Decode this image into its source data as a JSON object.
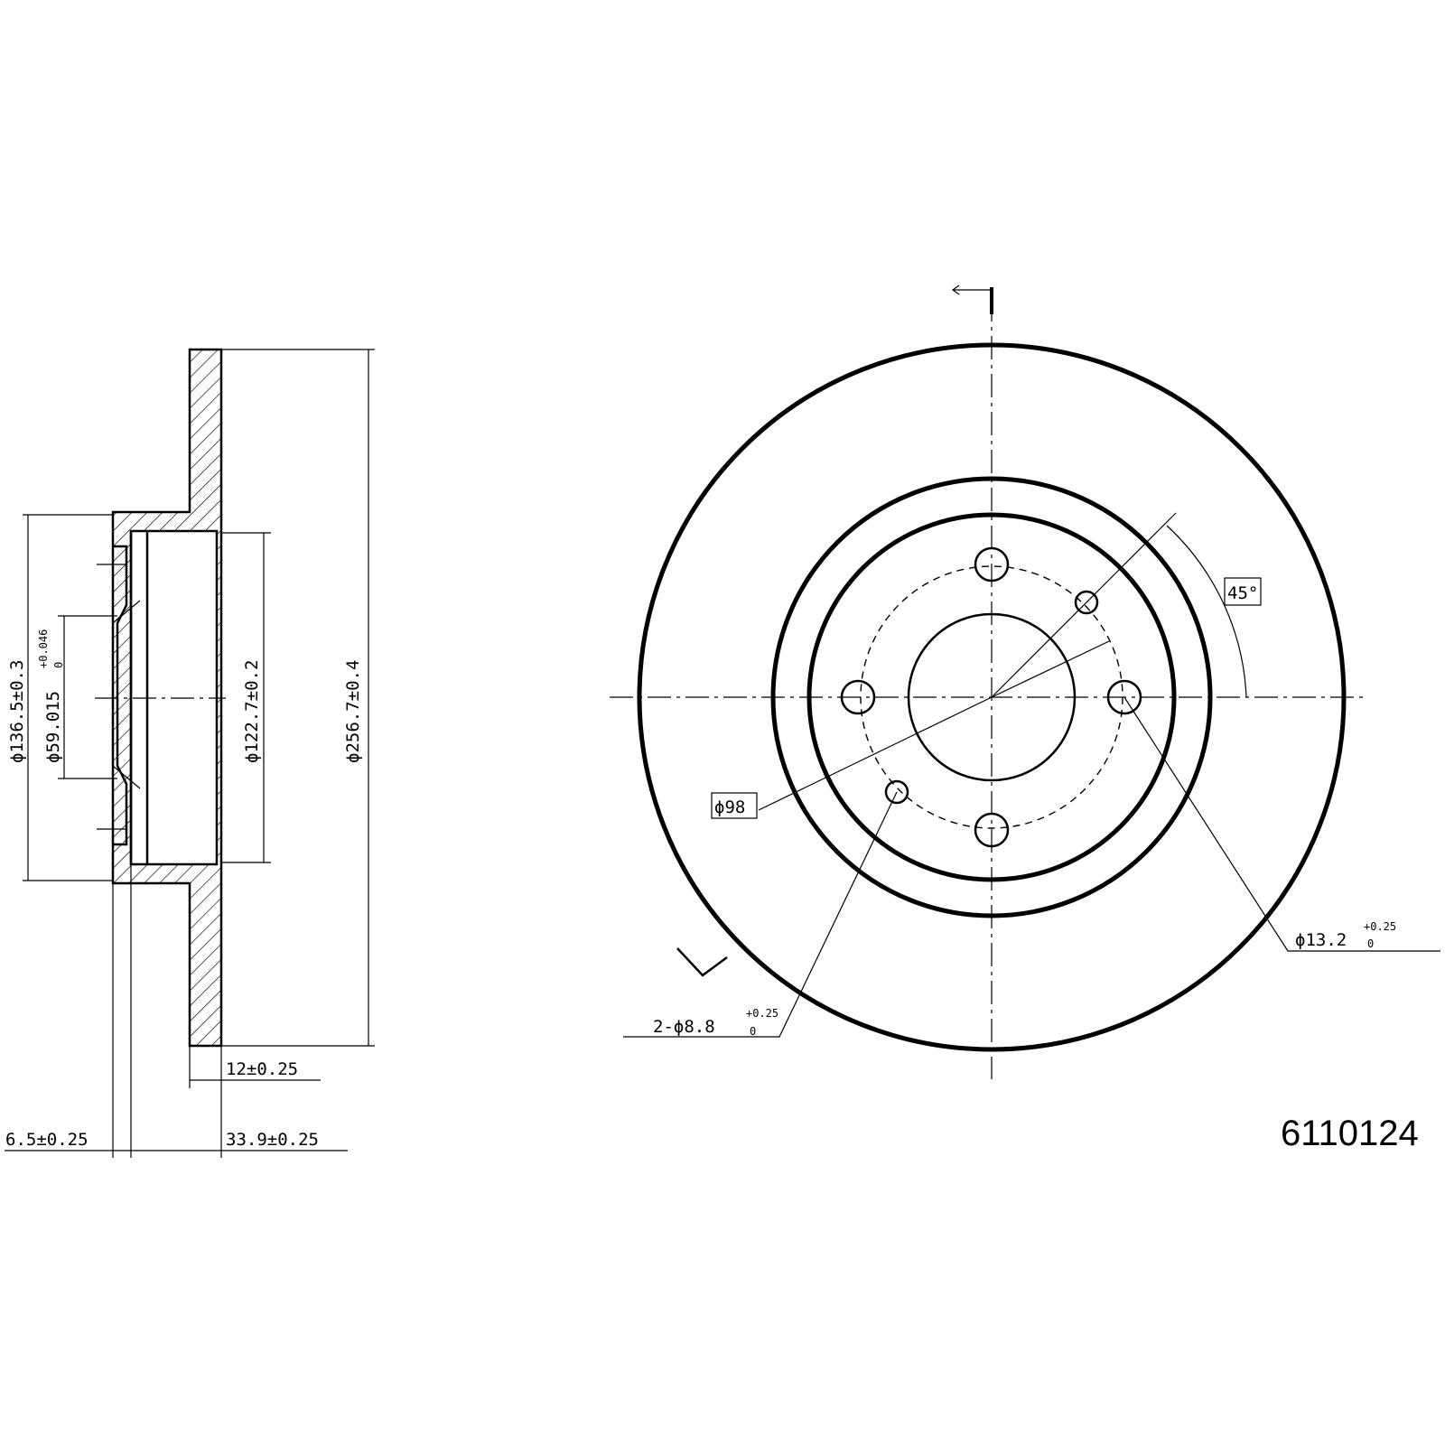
{
  "part_number": "6110124",
  "side_view": {
    "dia_outer_hub": "ϕ136.5±0.3",
    "dia_bore_base": "ϕ59.015",
    "dia_bore_tol": "+0.046",
    "dia_bore_tol_low": "0",
    "dia_inner_friction": "ϕ122.7±0.2",
    "dia_disc": "ϕ256.7±0.4",
    "thickness": "12±0.25",
    "hub_thickness": "6.5±0.25",
    "total_height": "33.9±0.25"
  },
  "front_view": {
    "angle": "45°",
    "pcd": "ϕ98",
    "bolt_hole_base": "ϕ13.2",
    "bolt_hole_tol_high": "+0.25",
    "bolt_hole_tol_low": "0",
    "pin_hole_base": "2-ϕ8.8",
    "pin_hole_tol_high": "+0.25",
    "pin_hole_tol_low": "0",
    "section_mark": "I"
  }
}
